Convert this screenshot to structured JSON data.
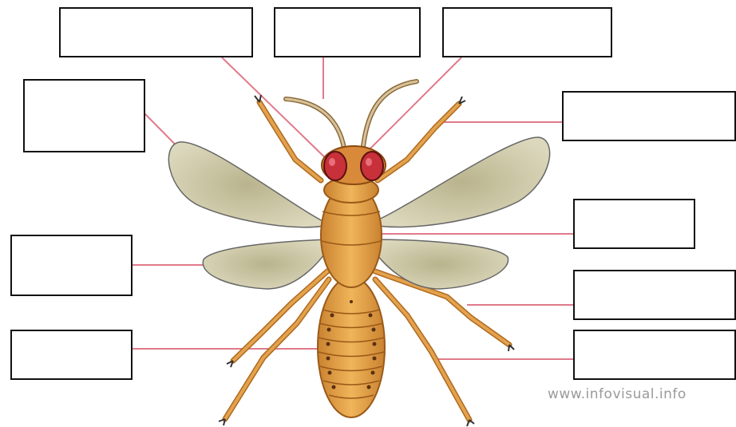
{
  "diagram": {
    "subject": "insect",
    "label_boxes": [
      {
        "id": "top-left",
        "text": ""
      },
      {
        "id": "top-center",
        "text": ""
      },
      {
        "id": "top-right",
        "text": ""
      },
      {
        "id": "upper-left",
        "text": ""
      },
      {
        "id": "upper-right",
        "text": ""
      },
      {
        "id": "middle-left",
        "text": ""
      },
      {
        "id": "middle-right",
        "text": ""
      },
      {
        "id": "lower-left",
        "text": ""
      },
      {
        "id": "lower-right-1",
        "text": ""
      },
      {
        "id": "lower-right-2",
        "text": ""
      }
    ],
    "watermark": "www.infovisual.info",
    "colors": {
      "leader_line": "#e07a8a",
      "body": "#e2a24e",
      "body_dark": "#b06a1e",
      "wing": "#c9c3a2",
      "eye": "#c8303a",
      "box_border": "#111111"
    }
  }
}
